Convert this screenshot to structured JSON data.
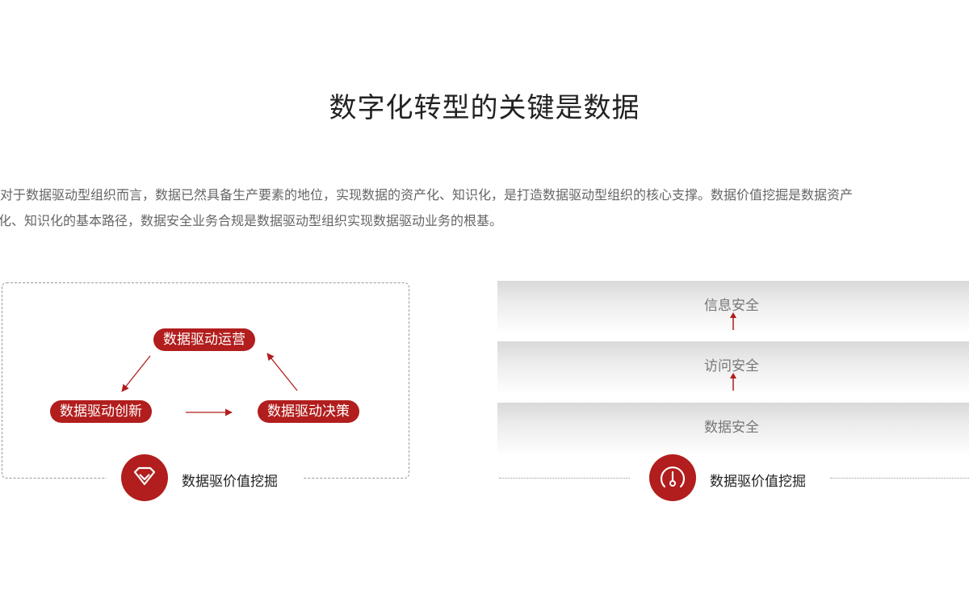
{
  "title": "数字化转型的关键是数据",
  "intro": {
    "line1": "对于数据驱动型组织而言，数据已然具备生产要素的地位，实现数据的资产化、知识化，是打造数据驱动型组织的核心支撑。数据价值挖掘是数据资产",
    "line2": "化、知识化的基本路径，数据安全业务合规是数据驱动型组织实现数据驱动业务的根基。"
  },
  "left_panel": {
    "cycle": [
      "数据驱动运营",
      "数据驱动创新",
      "数据驱动决策"
    ],
    "badge_label": "数据驱价值挖掘",
    "badge_icon": "diamond-icon"
  },
  "right_panel": {
    "layers": [
      "信息安全",
      "访问安全",
      "数据安全"
    ],
    "badge_label": "数据驱价值挖掘",
    "badge_icon": "gauge-icon"
  },
  "colors": {
    "accent": "#b21d1d"
  }
}
